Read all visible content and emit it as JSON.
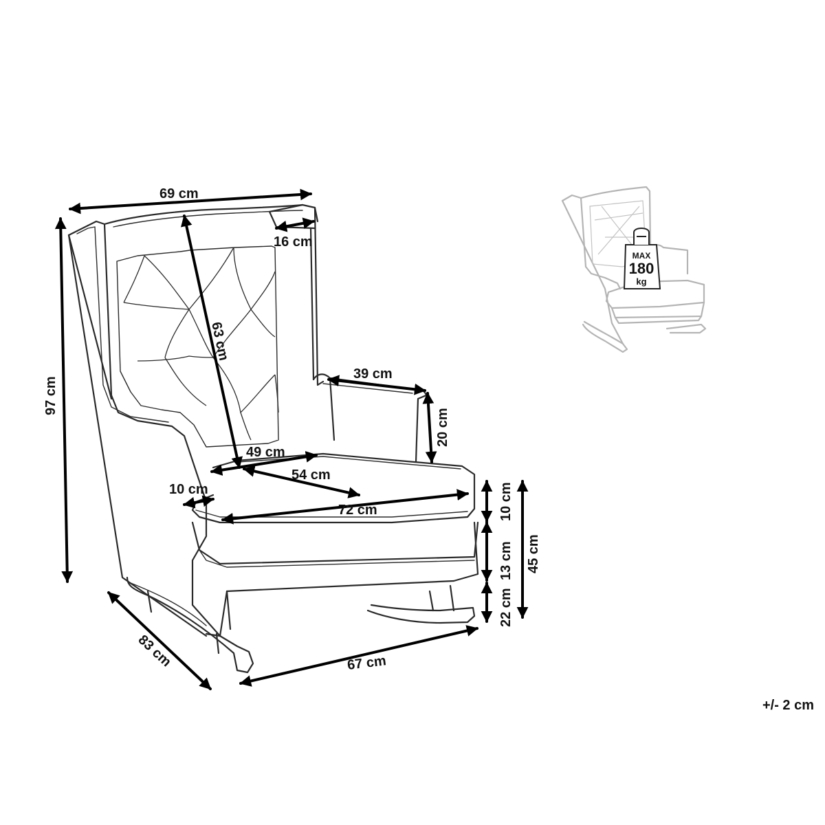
{
  "dimensions": {
    "width": "69 cm",
    "wing_depth": "16 cm",
    "backrest_height": "63 cm",
    "total_height": "97 cm",
    "armrest_length": "39 cm",
    "armrest_height": "20 cm",
    "seat_width": "49 cm",
    "seat_depth": "54 cm",
    "arm_width": "10 cm",
    "seat_front_width": "72 cm",
    "cushion_height": "10 cm",
    "base_height": "13 cm",
    "leg_clearance": "22 cm",
    "seat_height": "45 cm",
    "total_depth": "83 cm",
    "rocker_width": "67 cm"
  },
  "load_badge": {
    "max_label": "MAX",
    "max_value": "180",
    "unit": "kg"
  },
  "tolerance": "+/- 2 cm",
  "colors": {
    "outline": "#2a2a2a",
    "dimension_line": "#000000",
    "thumbnail_outline": "#b4b4b4"
  }
}
